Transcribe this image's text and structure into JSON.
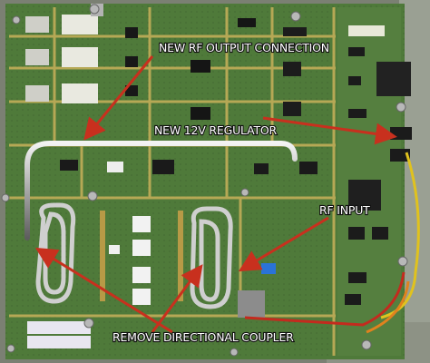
{
  "annotations": {
    "rf_output": "NEW RF OUTPUT CONNECTION",
    "regulator": "NEW 12V REGULATOR",
    "rf_input": "RF INPUT",
    "coupler": "REMOVE DIRECTIONAL COUPLER"
  },
  "colors": {
    "board_green": "#4f7a3a",
    "trace_gold": "#c8b15a",
    "arrow_red": "#c8301e",
    "label_white": "#ffffff"
  }
}
